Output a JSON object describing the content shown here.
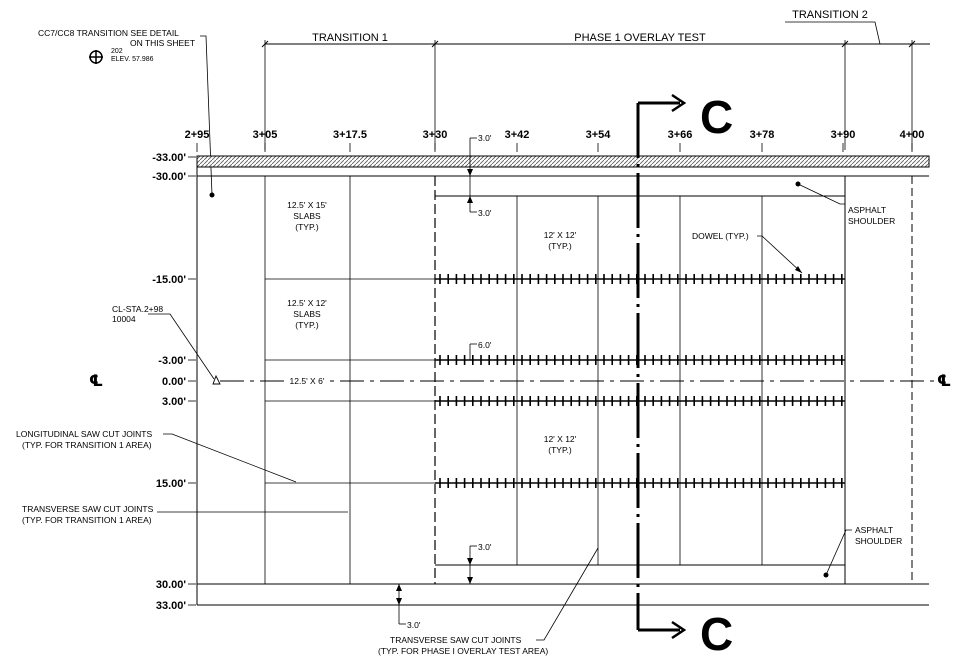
{
  "header": {
    "transition_1": "TRANSITION 1",
    "phase_1": "PHASE 1 OVERLAY TEST",
    "transition_2": "TRANSITION 2"
  },
  "note_cc": {
    "line1": "CC7/CC8 TRANSITION SEE DETAIL",
    "line2": "ON THIS SHEET",
    "point_id": "202",
    "elev": "ELEV. 57.986"
  },
  "stations": [
    "2+95",
    "3+05",
    "3+17.5",
    "3+30",
    "3+42",
    "3+54",
    "3+66",
    "3+78",
    "3+90",
    "4+00"
  ],
  "offsets": [
    "-33.00'",
    "-30.00'",
    "-15.00'",
    "-3.00'",
    "0.00'",
    "3.00'",
    "15.00'",
    "30.00'",
    "33.00'"
  ],
  "section_marker": {
    "letter": "C"
  },
  "centerline_symbol": "℄",
  "labels": {
    "slab_15_l1": "12.5' X 15'",
    "slab_15_l2": "SLABS",
    "slab_15_l3": "(TYP.)",
    "slab_12_l1": "12.5' X 12'",
    "slab_12_l2": "SLABS",
    "slab_12_l3": "(TYP.)",
    "slab_6": "12.5' X 6'",
    "phase_slab_top_l1": "12' X 12'",
    "phase_slab_top_l2": "(TYP.)",
    "phase_slab_bot_l1": "12' X 12'",
    "phase_slab_bot_l2": "(TYP.)",
    "dowel": "DOWEL (TYP.)",
    "asphalt_top_l1": "ASPHALT",
    "asphalt_top_l2": "SHOULDER",
    "asphalt_bot_l1": "ASPHALT",
    "asphalt_bot_l2": "SHOULDER",
    "cl_sta_l1": "CL-STA.2+98",
    "cl_sta_l2": "10004",
    "long_saw_l1": "LONGITUDINAL  SAW CUT JOINTS",
    "long_saw_l2": "(TYP. FOR TRANSITION 1 AREA)",
    "trans_saw_t1_l1": "TRANSVERSE SAW CUT JOINTS",
    "trans_saw_t1_l2": "(TYP. FOR TRANSITION 1 AREA)",
    "trans_saw_p1_l1": "TRANSVERSE SAW CUT JOINTS",
    "trans_saw_p1_l2": "(TYP. FOR PHASE I OVERLAY TEST AREA)"
  },
  "dimensions": {
    "top_a": "3.0'",
    "top_b": "3.0'",
    "mid": "6.0'",
    "bot_a": "3.0'",
    "bot_b": "3.0'"
  }
}
